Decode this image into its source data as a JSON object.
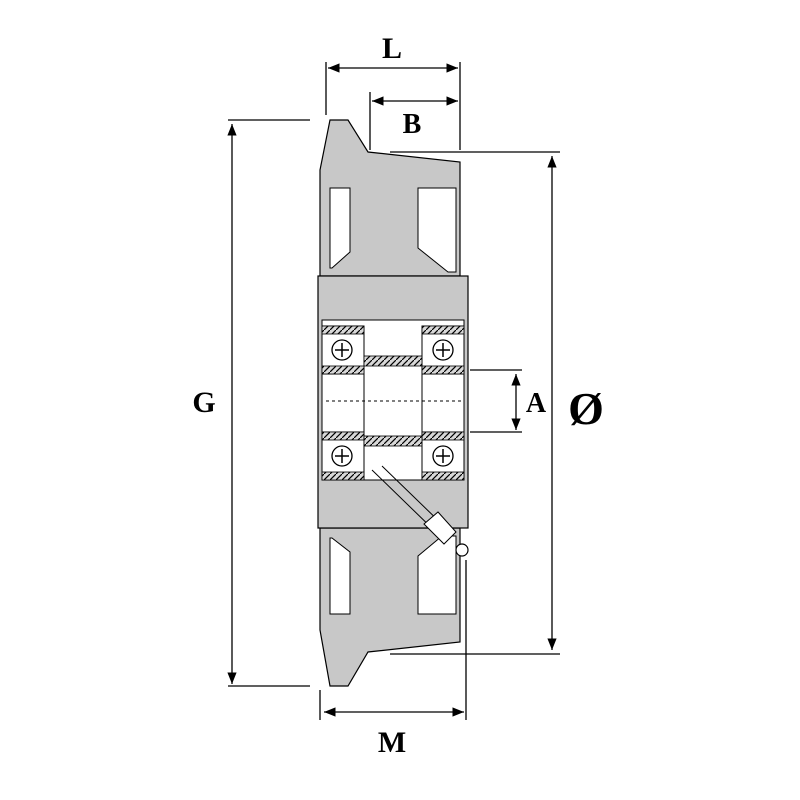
{
  "diagram": {
    "labels": {
      "L": "L",
      "B": "B",
      "G": "G",
      "A": "A",
      "diameter": "Ø",
      "M": "M"
    },
    "colors": {
      "body": "#c8c8c8",
      "outline": "#000000",
      "window": "#ffffff",
      "background": "#ffffff"
    }
  }
}
